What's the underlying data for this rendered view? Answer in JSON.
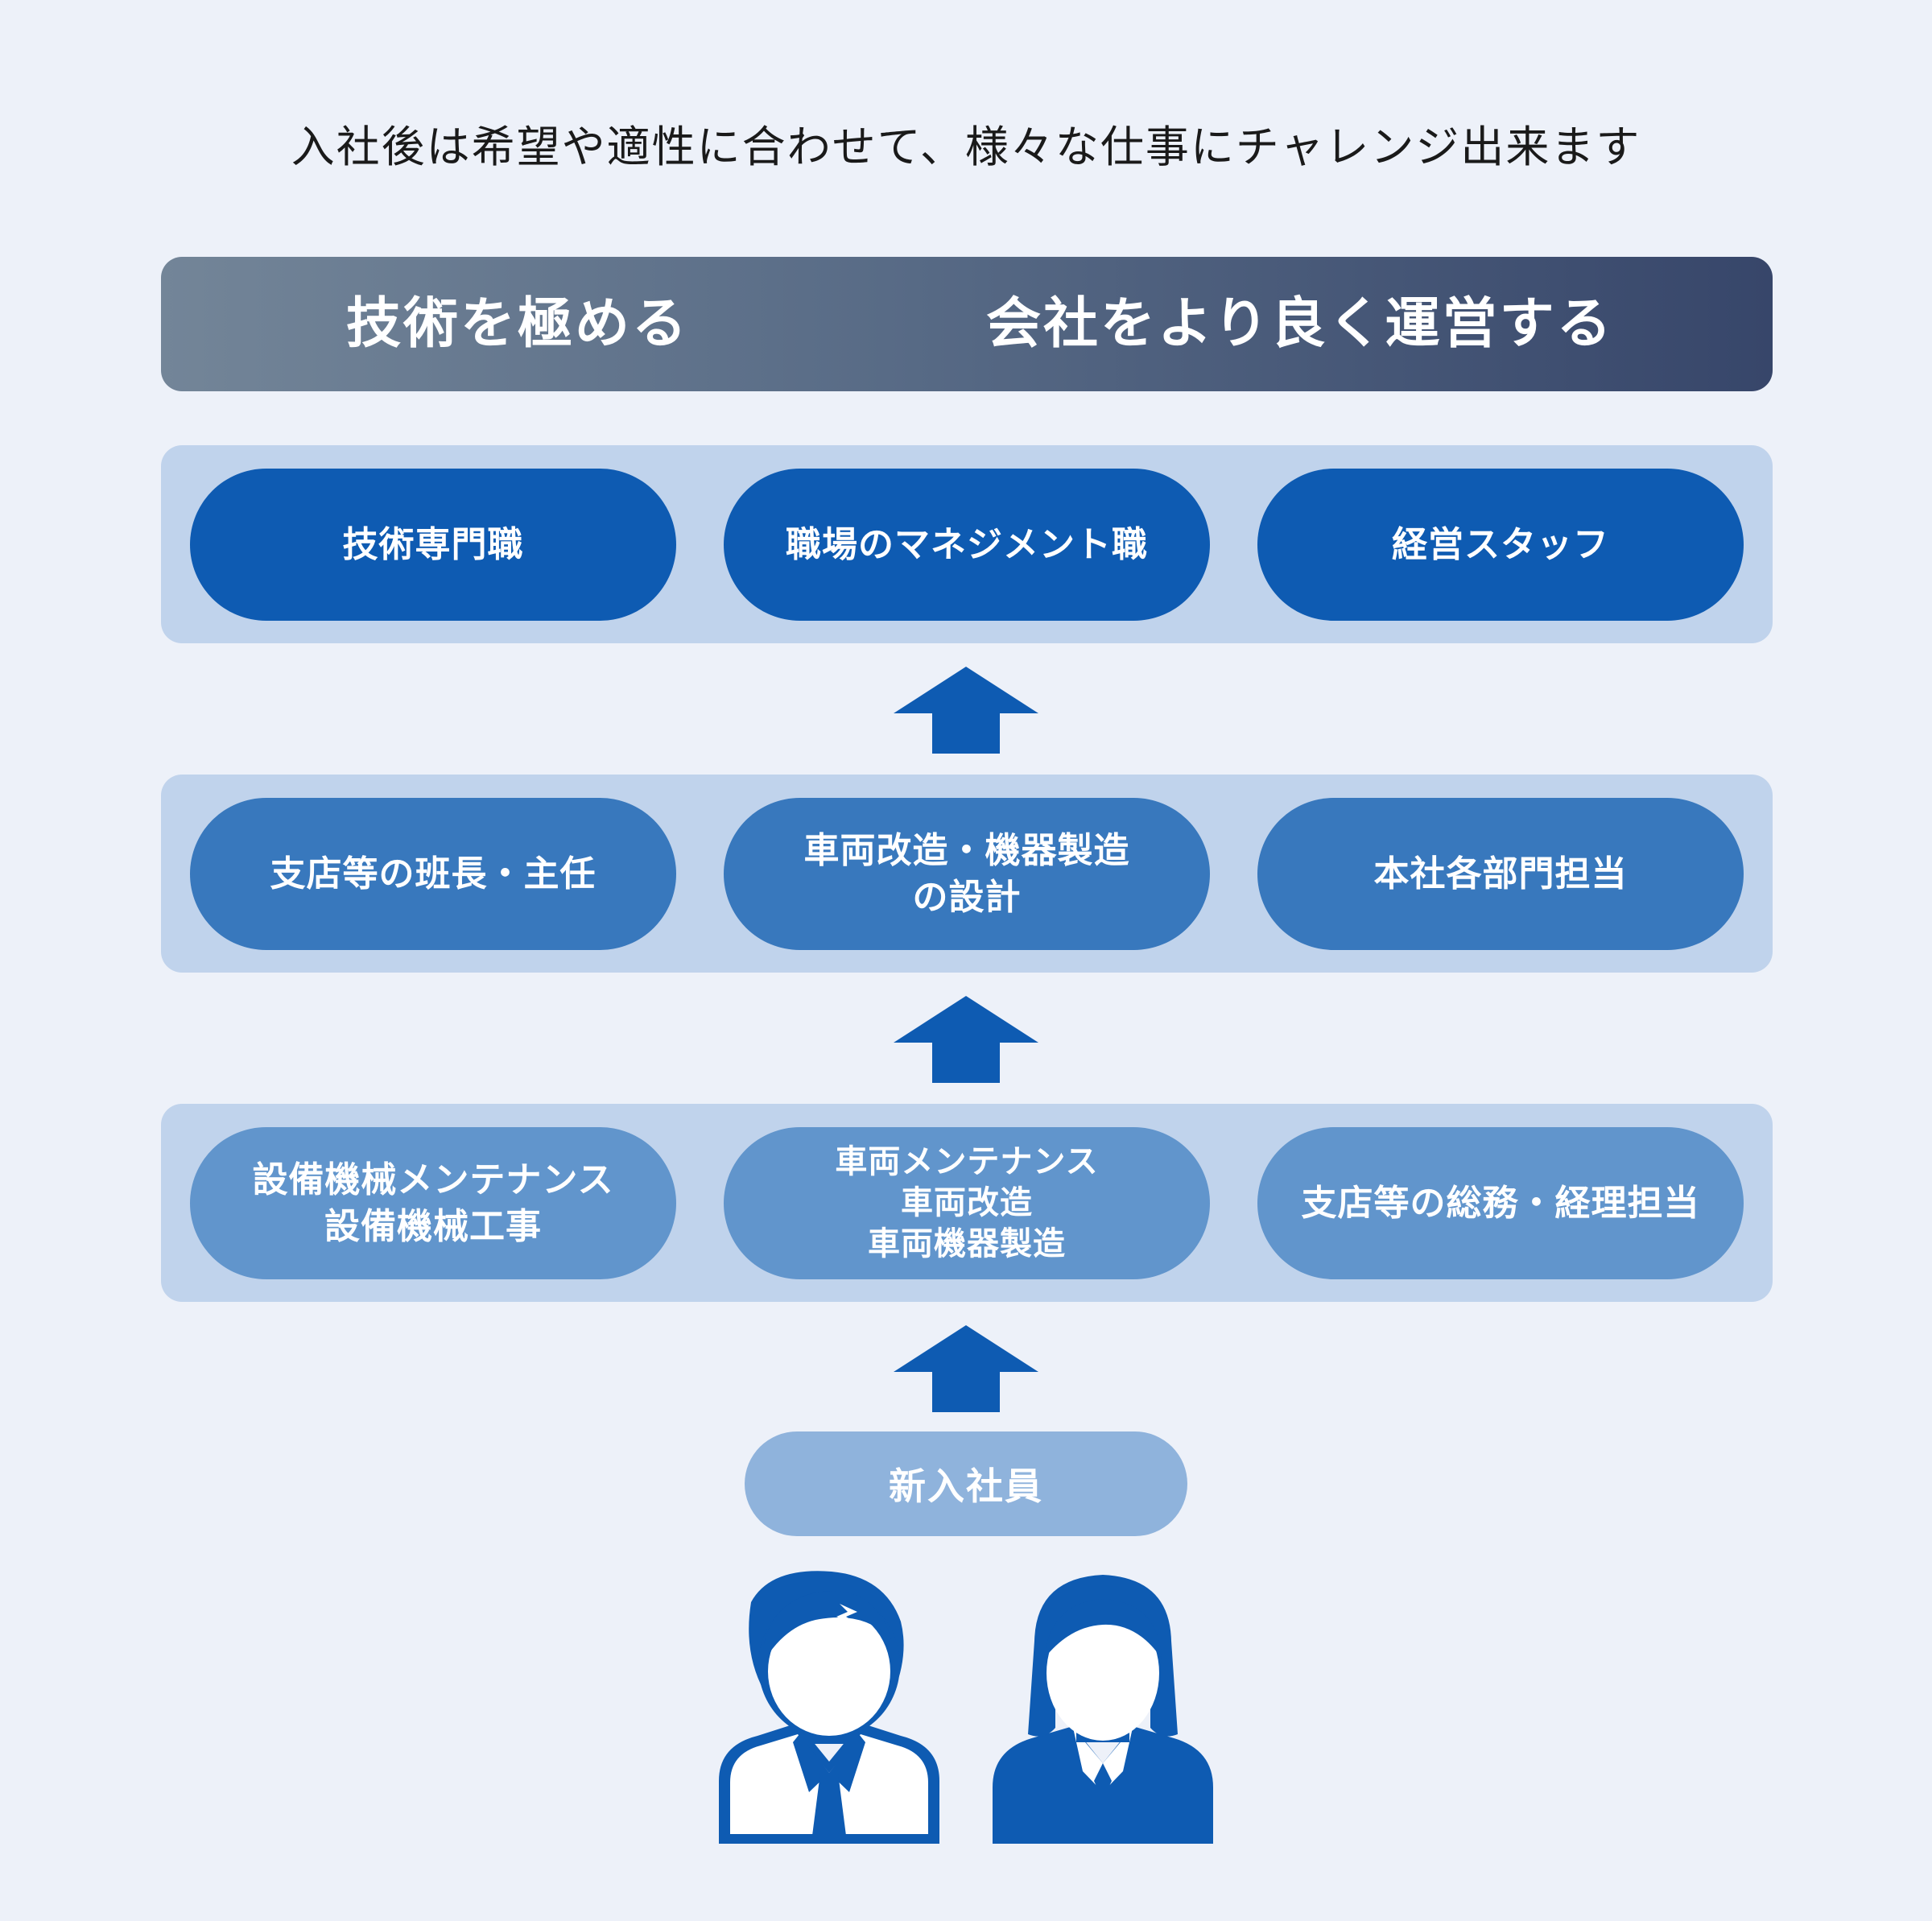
{
  "intro_text": "入社後は希望や適性に合わせて、様々な仕事にチャレンジ出来ます",
  "goals": {
    "left": "技術を極める",
    "right": "会社をより良く運営する"
  },
  "tiers": {
    "top": [
      "技術専門職",
      "職場のマネジメント職",
      "経営スタッフ"
    ],
    "middle": [
      "支店等の班長・主任",
      "車両改造・機器製造\nの設計",
      "本社各部門担当"
    ],
    "bottom": [
      "設備機械メンテナンス\n設備機械工事",
      "車両メンテナンス\n車両改造\n車両機器製造",
      "支店等の総務・経理担当"
    ]
  },
  "start": "新入社員",
  "colors": {
    "background": "#edf1f9",
    "tier_panel": "#c0d3ec",
    "top_pill": "#0e5bb2",
    "middle_pill": "#3878bd",
    "bottom_pill": "#6195cc",
    "start_pill": "#8fb3dc",
    "arrow": "#0e5bb2",
    "banner_start": "#738598",
    "banner_end": "#37466a"
  },
  "icons": [
    "up-arrow-icon",
    "male-employee-icon",
    "female-employee-icon"
  ]
}
